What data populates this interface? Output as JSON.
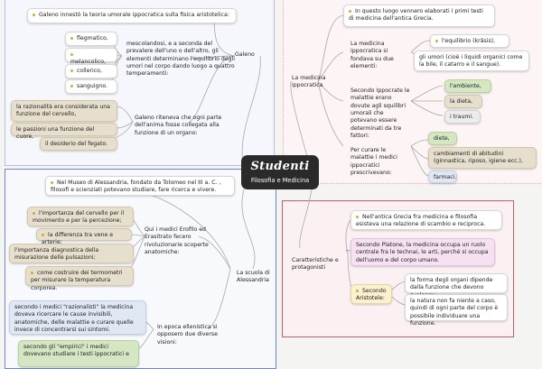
{
  "center": {
    "logo": "Studenti",
    "subtitle": "Filosofia e Medicina"
  },
  "galeno": {
    "label": "Galeno",
    "intro": "Galeno innestò la teoria umorale ippocratica sulla fisica aristotelica:",
    "humors": [
      "flegmatico,",
      "melancolico,",
      "collerico,",
      "sanguigno."
    ],
    "humors_desc": "mescolandosi, e a seconda del prevalere dell'uno o dell'altro, gli elementi determinano l'equilibrio degli umori nel corpo dando luogo a quattro temperamenti:",
    "organs": [
      "la razionalità era considerata una funzione del cervello,",
      "le passioni una funzione del cuore,",
      "il desiderio del fegato."
    ],
    "organs_desc": "Galeno riteneva che ogni parte dell'anima fosse collegata alla funzione di un organo:"
  },
  "medicina": {
    "label": "La medicina ippocratica",
    "first": "In questo luogo vennero elaborati i primi testi di medicina dell'antica Grecia.",
    "elements_desc": "La medicina ippocratica si fondava su due elementi:",
    "elements": [
      "l'equilibrio (krâsis),",
      "gli umori (cioè i liquidi organici come la bile, il catarro e il sangue)."
    ],
    "factors_desc": "Secondo Ippocrate le malattie erano dovute agli squilibri umorali che potevano essere determinati da tre fattori:",
    "factors": [
      "l'ambiente,",
      "la dieta,",
      "i traumi."
    ],
    "cure_desc": "Per curare le malattie i medici ippocratici prescrivevano:",
    "cures": [
      "diete,",
      "cambiamenti di abitudini (ginnastica, riposo, igiene ecc.),",
      "farmaci."
    ]
  },
  "caratteristiche": {
    "label": "Caratteristiche e protagonisti",
    "grecia": "Nell'antica Grecia fra medicina e filosofia esisteva una relazione di scambio e reciproca.",
    "platone": "Secondo Platone, la medicina occupa un ruolo centrale fra le technai, le arti, perché si occupa dell'uomo e del corpo umano.",
    "aristotele_label": "Secondo Aristotele:",
    "aristotele_items": [
      "la forma degli organi dipende dalla funzione che devono svolgere;",
      "la natura non fa niente a caso, quindi di ogni parte del corpo è possibile individuare una funzione."
    ]
  },
  "alessandria": {
    "label": "La scuola di Alessandria",
    "museo": "Nel Museo di Alessandria, fondato da Tolomeo nel III a. C. , filosofi e scienziati potevano studiare, fare ricerca e vivere.",
    "erofilo_desc": "Qui i medici Erofilo ed Erasitrato fecero rivoluzionarie scoperte anatomiche:",
    "erofilo_items": [
      "l'importanza del cervello per il movimento e per la percezione;",
      "la differenza tra vene e arterie;",
      "l'importanza diagnostica della misurazione delle pulsazioni;",
      "come costruire dei termometri per misurare la temperatura corporea."
    ],
    "eta_desc": "In epoca ellenistica si opposero due diverse visioni:",
    "eta_items": [
      "secondo i medici \"razionalisti\" la medicina doveva ricercare le cause invisibili, anatomiche, delle malattie e curare quelle invece di concentrarsi sui sintomi.",
      "secondo gli \"empirici\" i medici dovevano studiare i testi ippocratici e"
    ]
  }
}
